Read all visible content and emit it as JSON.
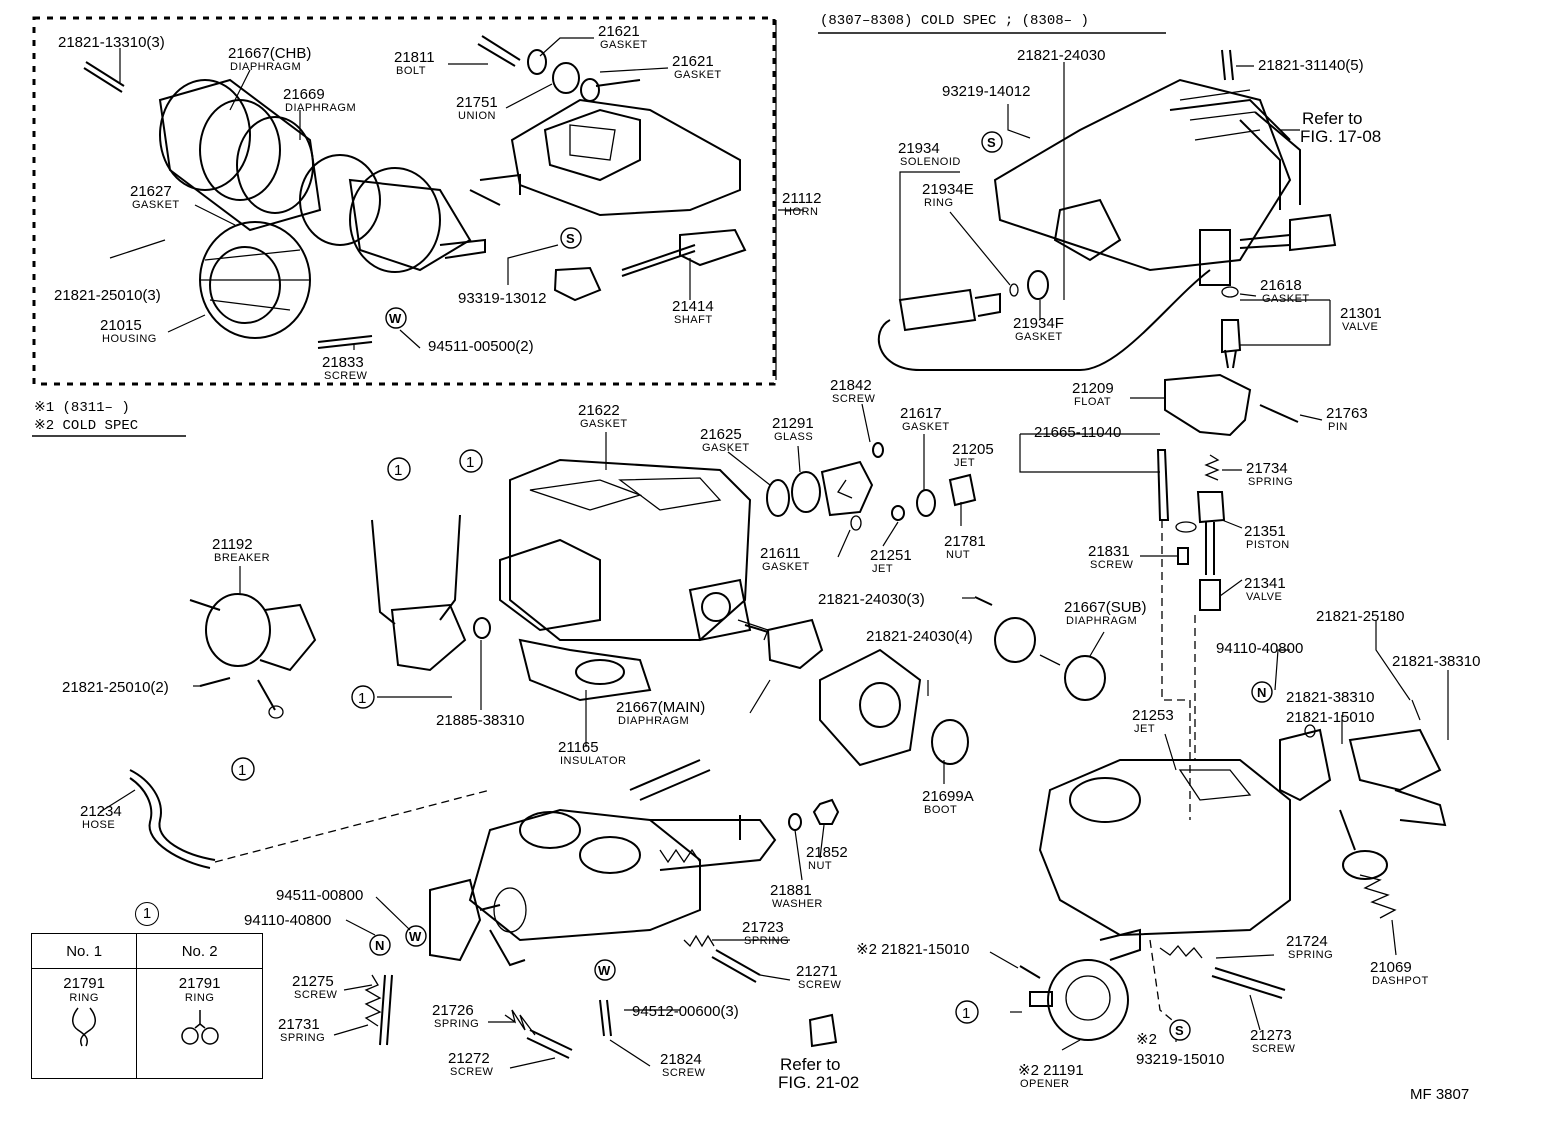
{
  "header_note": "(8307–8308) COLD SPEC ; (8308–        )",
  "legend_notes": [
    "※1 (8311–        )",
    "※2 COLD SPEC"
  ],
  "footer_code": "MF 3807",
  "circle_marker": "1",
  "legend_table": {
    "headers": [
      "No. 1",
      "No. 2"
    ],
    "cells": [
      {
        "part": "21791",
        "name": "RING"
      },
      {
        "part": "21791",
        "name": "RING"
      }
    ]
  },
  "labels": [
    {
      "id": "21821-13310",
      "part": "21821-13310(3)",
      "name": ""
    },
    {
      "id": "21667-chb",
      "part": "21667(CHB)",
      "name": "DIAPHRAGM"
    },
    {
      "id": "21669",
      "part": "21669",
      "name": "DIAPHRAGM"
    },
    {
      "id": "21811",
      "part": "21811",
      "name": "BOLT"
    },
    {
      "id": "21621a",
      "part": "21621",
      "name": "GASKET"
    },
    {
      "id": "21621b",
      "part": "21621",
      "name": "GASKET"
    },
    {
      "id": "21751",
      "part": "21751",
      "name": "UNION"
    },
    {
      "id": "21627",
      "part": "21627",
      "name": "GASKET"
    },
    {
      "id": "21112",
      "part": "21112",
      "name": "HORN"
    },
    {
      "id": "21821-25010a",
      "part": "21821-25010(3)",
      "name": ""
    },
    {
      "id": "93319-13012",
      "part": "93319-13012",
      "name": ""
    },
    {
      "id": "21015",
      "part": "21015",
      "name": "HOUSING"
    },
    {
      "id": "21414",
      "part": "21414",
      "name": "SHAFT"
    },
    {
      "id": "94511-00500",
      "part": "94511-00500(2)",
      "name": ""
    },
    {
      "id": "21833",
      "part": "21833",
      "name": "SCREW"
    },
    {
      "id": "21821-24030top",
      "part": "21821-24030",
      "name": ""
    },
    {
      "id": "21821-31140",
      "part": "21821-31140(5)",
      "name": ""
    },
    {
      "id": "93219-14012",
      "part": "93219-14012",
      "name": ""
    },
    {
      "id": "ref1708",
      "part": "Refer to",
      "name": "FIG. 17-08"
    },
    {
      "id": "21934",
      "part": "21934",
      "name": "SOLENOID"
    },
    {
      "id": "21934E",
      "part": "21934E",
      "name": "RING"
    },
    {
      "id": "21934F",
      "part": "21934F",
      "name": "GASKET"
    },
    {
      "id": "21618",
      "part": "21618",
      "name": "GASKET"
    },
    {
      "id": "21301",
      "part": "21301",
      "name": "VALVE"
    },
    {
      "id": "21209",
      "part": "21209",
      "name": "FLOAT"
    },
    {
      "id": "21763",
      "part": "21763",
      "name": "PIN"
    },
    {
      "id": "21622",
      "part": "21622",
      "name": "GASKET"
    },
    {
      "id": "21842",
      "part": "21842",
      "name": "SCREW"
    },
    {
      "id": "21291",
      "part": "21291",
      "name": "GLASS"
    },
    {
      "id": "21625",
      "part": "21625",
      "name": "GASKET"
    },
    {
      "id": "21617",
      "part": "21617",
      "name": "GASKET"
    },
    {
      "id": "21205",
      "part": "21205",
      "name": "JET"
    },
    {
      "id": "21665-11040",
      "part": "21665-11040",
      "name": ""
    },
    {
      "id": "21734",
      "part": "21734",
      "name": "SPRING"
    },
    {
      "id": "21192",
      "part": "21192",
      "name": "BREAKER"
    },
    {
      "id": "21611",
      "part": "21611",
      "name": "GASKET"
    },
    {
      "id": "21251",
      "part": "21251",
      "name": "JET"
    },
    {
      "id": "21781",
      "part": "21781",
      "name": "NUT"
    },
    {
      "id": "21831",
      "part": "21831",
      "name": "SCREW"
    },
    {
      "id": "21351",
      "part": "21351",
      "name": "PISTON"
    },
    {
      "id": "21341",
      "part": "21341",
      "name": "VALVE"
    },
    {
      "id": "21821-24030-3",
      "part": "21821-24030(3)",
      "name": ""
    },
    {
      "id": "21667-sub",
      "part": "21667(SUB)",
      "name": "DIAPHRAGM"
    },
    {
      "id": "21821-25180",
      "part": "21821-25180",
      "name": ""
    },
    {
      "id": "21821-24030-4",
      "part": "21821-24030(4)",
      "name": ""
    },
    {
      "id": "94110-40800a",
      "part": "94110-40800",
      "name": ""
    },
    {
      "id": "21821-38310a",
      "part": "21821-38310",
      "name": ""
    },
    {
      "id": "21821-38310b",
      "part": "21821-38310",
      "name": ""
    },
    {
      "id": "21821-15010a",
      "part": "21821-15010",
      "name": ""
    },
    {
      "id": "21821-25010b",
      "part": "21821-25010(2)",
      "name": ""
    },
    {
      "id": "21667-main",
      "part": "21667(MAIN)",
      "name": "DIAPHRAGM"
    },
    {
      "id": "21885-38310",
      "part": "21885-38310",
      "name": ""
    },
    {
      "id": "21165",
      "part": "21165",
      "name": "INSULATOR"
    },
    {
      "id": "21253",
      "part": "21253",
      "name": "JET"
    },
    {
      "id": "21699A",
      "part": "21699A",
      "name": "BOOT"
    },
    {
      "id": "21234",
      "part": "21234",
      "name": "HOSE"
    },
    {
      "id": "21852",
      "part": "21852",
      "name": "NUT"
    },
    {
      "id": "21881",
      "part": "21881",
      "name": "WASHER"
    },
    {
      "id": "94511-00800",
      "part": "94511-00800",
      "name": ""
    },
    {
      "id": "94110-40800b",
      "part": "94110-40800",
      "name": ""
    },
    {
      "id": "21723",
      "part": "21723",
      "name": "SPRING"
    },
    {
      "id": "21271",
      "part": "21271",
      "name": "SCREW"
    },
    {
      "id": "21275",
      "part": "21275",
      "name": "SCREW"
    },
    {
      "id": "21731",
      "part": "21731",
      "name": "SPRING"
    },
    {
      "id": "21726",
      "part": "21726",
      "name": "SPRING"
    },
    {
      "id": "94512-00600",
      "part": "94512-00600(3)",
      "name": ""
    },
    {
      "id": "21272",
      "part": "21272",
      "name": "SCREW"
    },
    {
      "id": "21824",
      "part": "21824",
      "name": "SCREW"
    },
    {
      "id": "ref2102",
      "part": "Refer to",
      "name": "FIG. 21-02"
    },
    {
      "id": "21821-15010b",
      "part": "※2 21821-15010",
      "name": ""
    },
    {
      "id": "21724",
      "part": "21724",
      "name": "SPRING"
    },
    {
      "id": "21069",
      "part": "21069",
      "name": "DASHPOT"
    },
    {
      "id": "21191",
      "part": "※2 21191",
      "name": "OPENER"
    },
    {
      "id": "93219-15010",
      "part": "※2",
      "name": "93219-15010"
    },
    {
      "id": "21273",
      "part": "21273",
      "name": "SCREW"
    }
  ]
}
